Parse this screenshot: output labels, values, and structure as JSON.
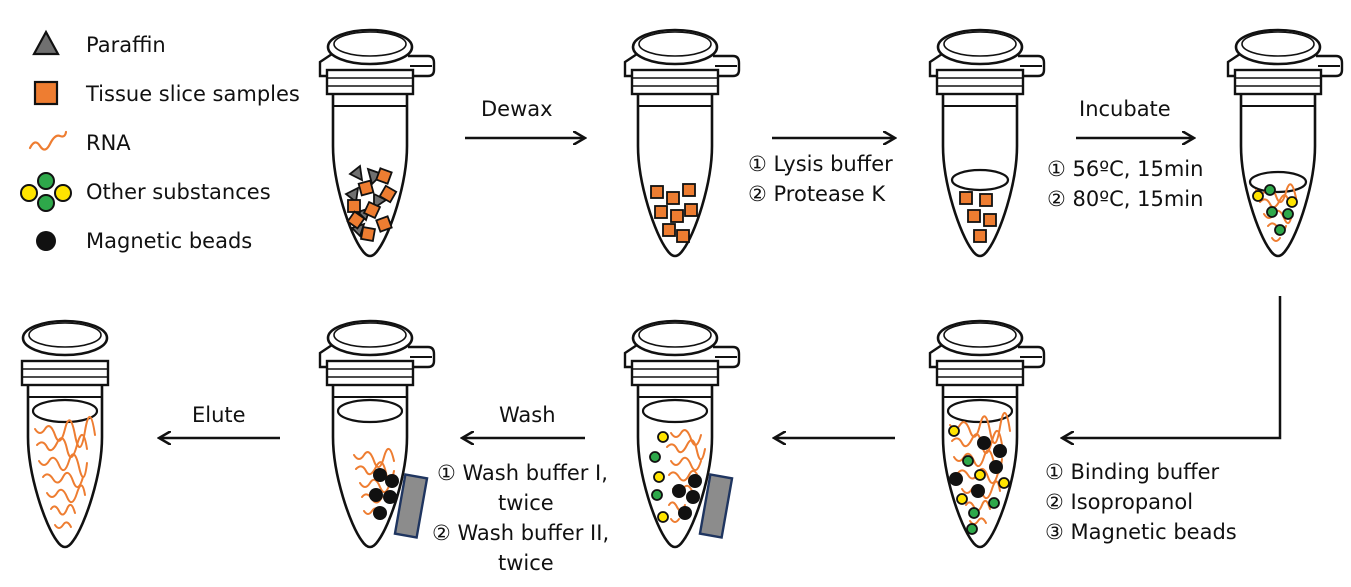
{
  "legend": {
    "paraffin": "Paraffin",
    "tissue": "Tissue slice samples",
    "rna": "RNA",
    "other": "Other substances",
    "beads": "Magnetic beads"
  },
  "steps": {
    "dewax": "Dewax",
    "lysis_1": "① Lysis buffer",
    "lysis_2": "② Protease K",
    "incubate": "Incubate",
    "incubate_1": "① 56ºC, 15min",
    "incubate_2": "② 80ºC, 15min",
    "bind_1": "① Binding buffer",
    "bind_2": "② Isopropanol",
    "bind_3": "③ Magnetic beads",
    "wash": "Wash",
    "wash_1a": "① Wash buffer I,",
    "wash_1b": "twice",
    "wash_2a": "② Wash buffer II,",
    "wash_2b": "twice",
    "elute": "Elute"
  },
  "colors": {
    "paraffin": "#707070",
    "tissue": "#ee7d31",
    "rna": "#ee7d31",
    "green": "#2ea84a",
    "yellow": "#ffe400",
    "bead": "#111111",
    "magnet": "#8c8c8c",
    "magnet_border": "#1f3560"
  }
}
